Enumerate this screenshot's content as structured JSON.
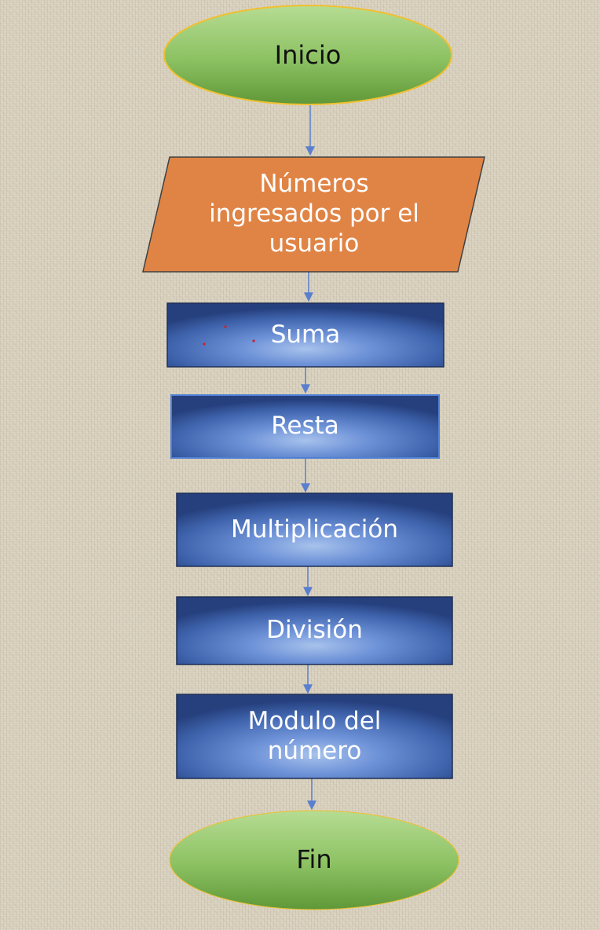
{
  "colors": {
    "terminator_fill_light": "#b6dc93",
    "terminator_fill_dark": "#5f9838",
    "terminator_border": "#f0c030",
    "io_fill": "#e08446",
    "io_border": "#404040",
    "process_fill_center": "#8fb0e4",
    "process_fill_mid": "#4a74c4",
    "process_fill_edge": "#263f7c",
    "process_border": "#3d5a9f",
    "connector": "#5a7fcf"
  },
  "nodes": {
    "start": {
      "label": "Inicio",
      "shape": "terminator"
    },
    "input": {
      "label": "Números ingresados por el usuario",
      "shape": "parallelogram"
    },
    "suma": {
      "label": "Suma",
      "shape": "process"
    },
    "resta": {
      "label": "Resta",
      "shape": "process"
    },
    "multiplicacion": {
      "label": "Multiplicación",
      "shape": "process"
    },
    "division": {
      "label": "División",
      "shape": "process"
    },
    "modulo": {
      "label": "Modulo del número",
      "shape": "process"
    },
    "end": {
      "label": "Fin",
      "shape": "terminator"
    }
  },
  "edges": [
    {
      "from": "start",
      "to": "input"
    },
    {
      "from": "input",
      "to": "suma"
    },
    {
      "from": "suma",
      "to": "resta"
    },
    {
      "from": "resta",
      "to": "multiplicacion"
    },
    {
      "from": "multiplicacion",
      "to": "division"
    },
    {
      "from": "division",
      "to": "modulo"
    },
    {
      "from": "modulo",
      "to": "end"
    }
  ]
}
